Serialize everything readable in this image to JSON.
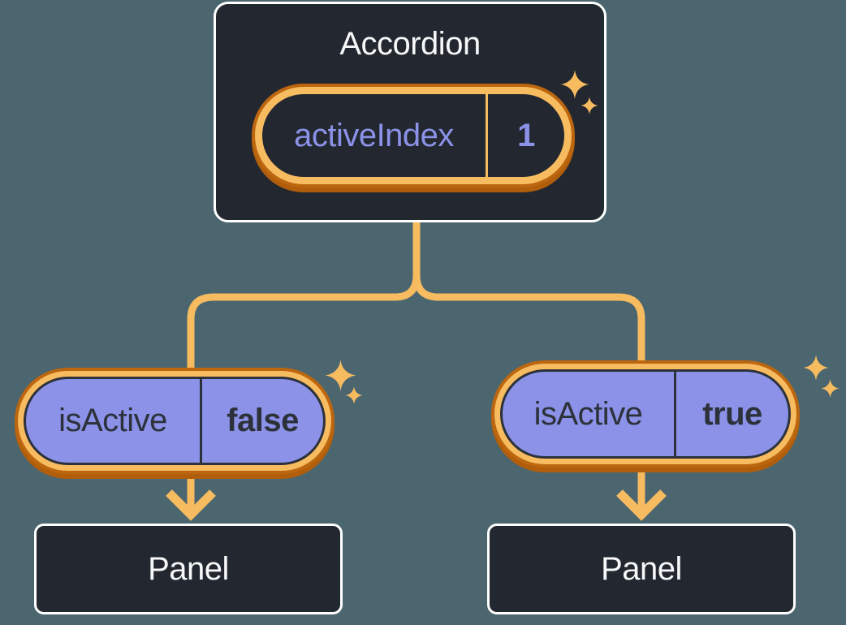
{
  "canvas": {
    "background": "#4B666F"
  },
  "palette": {
    "node_background": "#23272F",
    "node_border": "#FFFFFF",
    "accent_orange": "#F7BB60",
    "accent_orange_dark": "#BC660F",
    "purple": "#8B92E8",
    "dark_text": "#2C313A",
    "light_text": "#F6F7F9"
  },
  "accordion_card": {
    "title": "Accordion",
    "state_pill": {
      "label": "activeIndex",
      "value": "1"
    }
  },
  "branches": {
    "left": {
      "prop_pill": {
        "label": "isActive",
        "value": "false"
      },
      "panel": {
        "label": "Panel"
      }
    },
    "right": {
      "prop_pill": {
        "label": "isActive",
        "value": "true"
      },
      "panel": {
        "label": "Panel"
      }
    }
  },
  "icons": {
    "sparkle": "four-point-sparkle",
    "arrow": "arrow-down"
  }
}
